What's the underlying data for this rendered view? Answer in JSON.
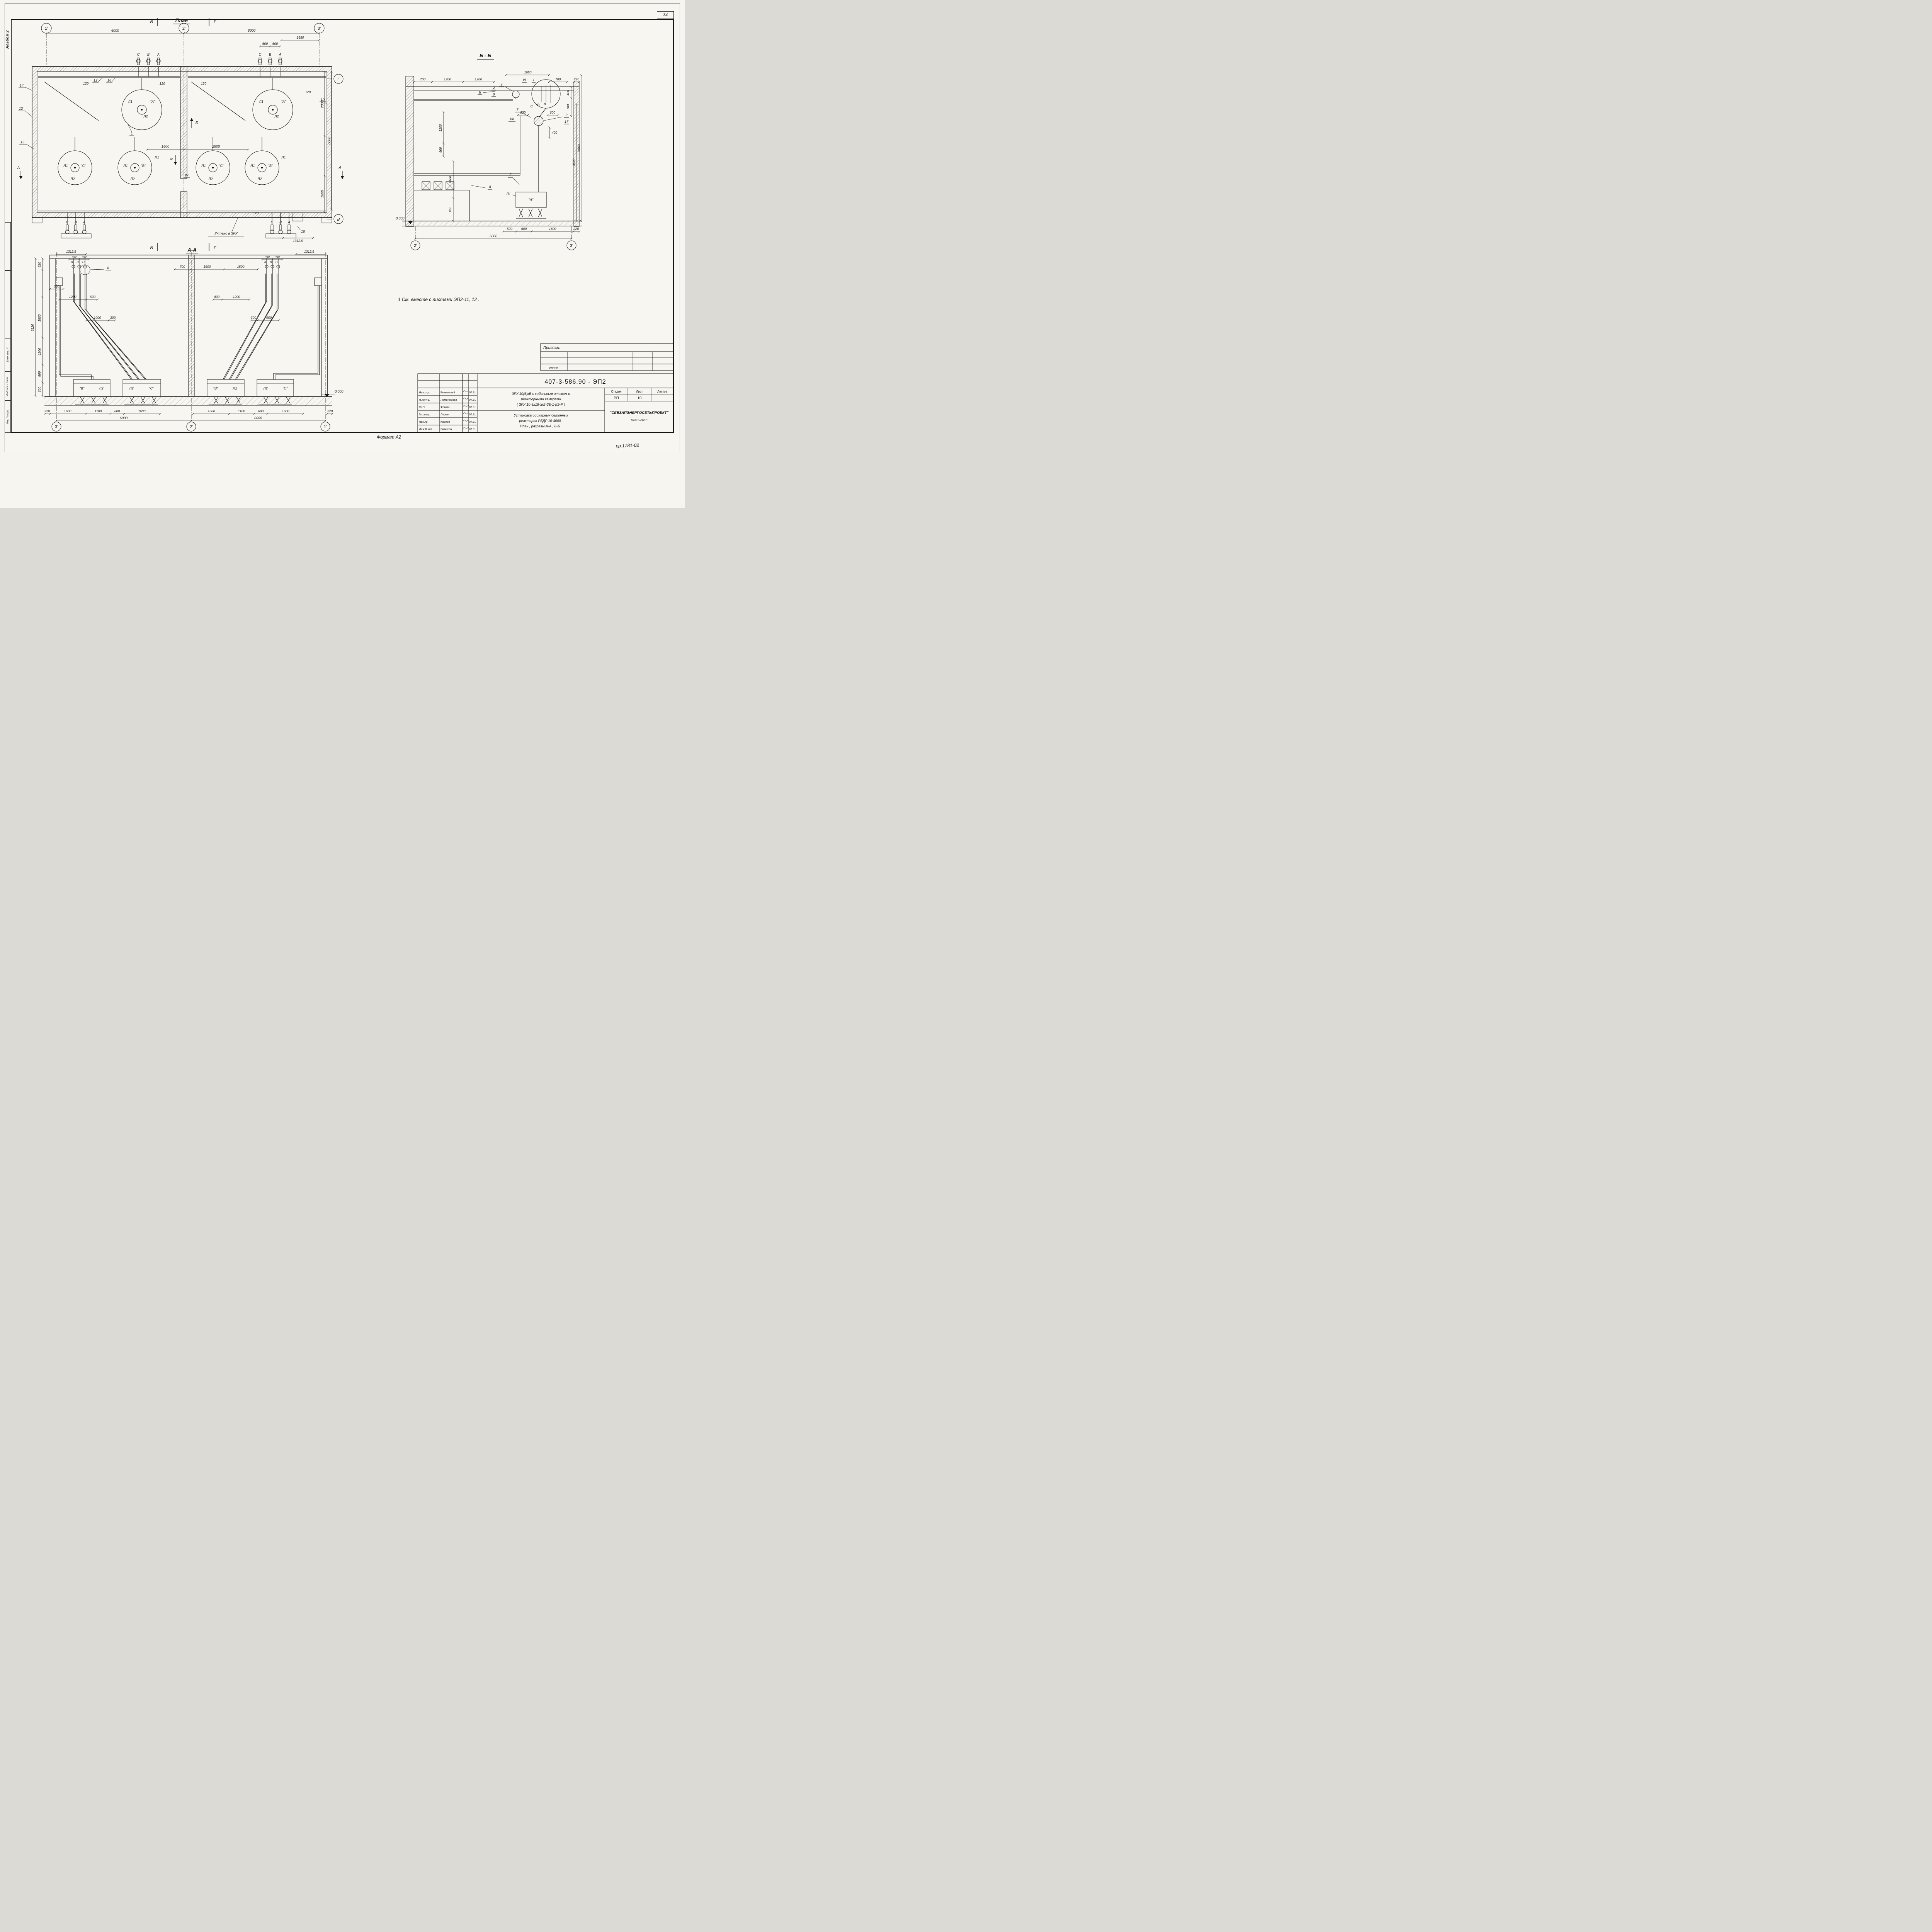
{
  "page": {
    "album": "Альбом 2",
    "sheet_no": "34",
    "format_note": "Формат А2",
    "doc_code": "ср.1781-02",
    "note1": "1   См. вместе с листами ЭП2-11, 12 ."
  },
  "margin": {
    "vzam": "Взам. инв. N",
    "podpis": "Подпись и дата",
    "inv": "Инв. N подл."
  },
  "d": {
    "d120": "120",
    "d220": "220",
    "d300": "300",
    "d400": "400",
    "d450": "450",
    "d500": "500",
    "d520": "520",
    "d600": "600",
    "d700": "700",
    "d800": "800",
    "d950": "950",
    "d1000": "1000",
    "d1100": "1100",
    "d1200": "1200",
    "d1312": "1312,5",
    "d1400": "1400",
    "d1500": "1500",
    "d1600": "1600",
    "d1650": "1650",
    "d1800": "1800",
    "d2800": "2800",
    "d4500": "4500",
    "d5600": "5600",
    "d6000": "6000",
    "d6120": "6120",
    "elev": "0.000"
  },
  "lbl": {
    "A": "А",
    "B": "В",
    "C": "С",
    "G": "Г",
    "Bsec": "Б",
    "phA": "\"А\"",
    "phB": "\"В\"",
    "phC": "\"С\"",
    "L1": "Л1",
    "L2": "Л2",
    "g1": "1'",
    "g2": "2'",
    "g3": "3'"
  },
  "plan": {
    "title": "План",
    "c1": "1",
    "c12": "12",
    "c13": "13",
    "c14": "14",
    "c15": "15",
    "c16": "16",
    "iv": "IV",
    "note_zru": "Учтено в ЗРУ"
  },
  "bb": {
    "title": "Б - Б",
    "c2": "2",
    "c3": "3",
    "c4": "4",
    "c5": "5",
    "c7": "7",
    "c8": "8",
    "c9": "9",
    "c17": "17",
    "vi": "VI",
    "i": "I",
    "vii": "VII"
  },
  "aa": {
    "title": "А-А",
    "ii": "II"
  },
  "tb": {
    "number": "407-3-586.90 - ЭП2",
    "rows": [
      {
        "role": "Нач.отд.",
        "name": "Роменский",
        "date": "07.91"
      },
      {
        "role": "Н.контр.",
        "name": "Ломоносова",
        "date": "07.91"
      },
      {
        "role": "ГИП",
        "name": "Фомин",
        "date": "07.91"
      },
      {
        "role": "Гл.спец.",
        "name": "Лурье",
        "date": "07.91"
      },
      {
        "role": "Нач.гр.",
        "name": "Карпов",
        "date": "07.91"
      },
      {
        "role": "Инж.II кат.",
        "name": "Зайцева",
        "date": "07.91"
      }
    ],
    "desc1": "ЗРУ 10(6)кВ с кабельным этажом  и",
    "desc2": "реакторными камерами",
    "desc3": "( ЗРУ 10-6х18-ЖБ-3Б-1-КЭ-Р )",
    "desc4": "Установка одинарных бетонных",
    "desc5": "реакторов РБДГ-10-4000 .",
    "desc6": "План , разрезы А-А , Б-Б .",
    "stage_h": "Стадия",
    "sheet_h": "Лист",
    "sheets_h": "Листов",
    "stage": "РП",
    "sheet": "10",
    "org": "\"СЕВЗАПЭНЕРГОСЕТЬПРОЕКТ\"",
    "city": "Ленинград",
    "attach": "Привязан",
    "inv_small": "Ин.Ф.Н"
  }
}
